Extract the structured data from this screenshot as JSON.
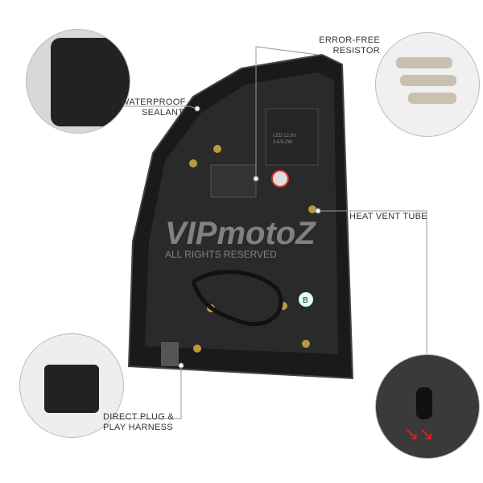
{
  "callouts": {
    "error_free_resistor": [
      "ERROR-FREE",
      "RESISTOR"
    ],
    "waterproof_sealant": [
      "WATERPROOF",
      "SEALANT"
    ],
    "heat_vent_tube": "HEAT VENT TUBE",
    "direct_plug_harness": [
      "DIRECT PLUG &",
      "PLAY HARNESS"
    ]
  },
  "light_label": [
    "LED 12.8V",
    "3.5/3.2W"
  ],
  "badge": "B",
  "watermark": {
    "brand": "VIPmotoZ",
    "notice": "ALL RIGHTS RESERVED"
  }
}
